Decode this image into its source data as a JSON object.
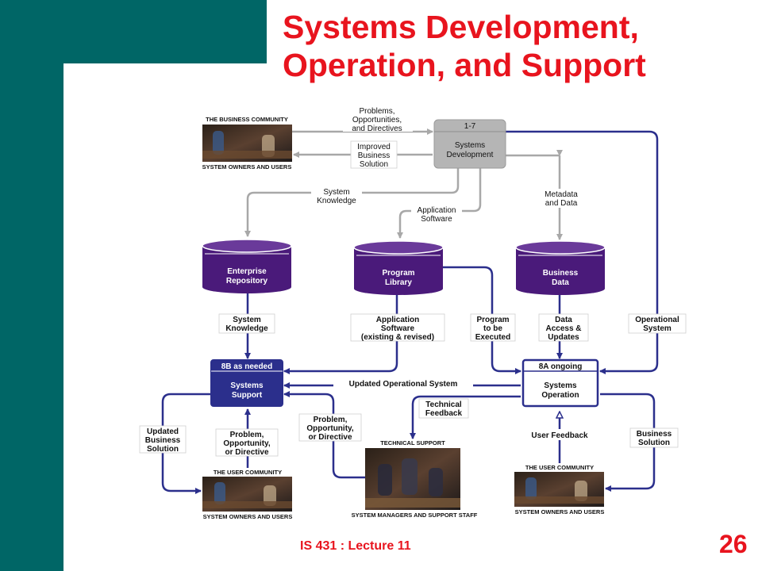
{
  "slide": {
    "title_line1": "Systems Development,",
    "title_line2": "Operation, and Support",
    "course": "IS 431 : Lecture 11",
    "page_number": "26"
  },
  "colors": {
    "teal": "#006666",
    "title_red": "#e8141e",
    "navy": "#2b2f8c",
    "purple": "#4a1a7a",
    "gray_box": "#b5b5b5",
    "gray_arrow": "#a8a8a8"
  },
  "diagram": {
    "business_community": {
      "caption_top": "THE BUSINESS COMMUNITY",
      "caption_bottom": "SYSTEM OWNERS AND USERS"
    },
    "systems_development": {
      "number": "1-7",
      "line1": "Systems",
      "line2": "Development"
    },
    "enterprise_repository": {
      "line1": "Enterprise",
      "line2": "Repository"
    },
    "program_library": {
      "line1": "Program",
      "line2": "Library"
    },
    "business_data": {
      "line1": "Business",
      "line2": "Data"
    },
    "systems_support": {
      "header": "8B as needed",
      "line1": "Systems",
      "line2": "Support"
    },
    "systems_operation": {
      "header": "8A ongoing",
      "line1": "Systems",
      "line2": "Operation"
    },
    "user_community_left": {
      "caption_top": "THE USER COMMUNITY",
      "caption_bottom": "SYSTEM OWNERS AND USERS"
    },
    "technical_support": {
      "caption_top": "TECHNICAL SUPPORT",
      "caption_bottom": "SYSTEM MANAGERS AND SUPPORT STAFF"
    },
    "user_community_right": {
      "caption_top": "THE USER COMMUNITY",
      "caption_bottom": "SYSTEM OWNERS AND USERS"
    },
    "labels": {
      "problems": [
        "Problems,",
        "Opportunities,",
        "and Directives"
      ],
      "improved": [
        "Improved",
        "Business",
        "Solution"
      ],
      "system_knowledge_top": [
        "System",
        "Knowledge"
      ],
      "application_software_top": [
        "Application",
        "Software"
      ],
      "metadata": [
        "Metadata",
        "and Data"
      ],
      "system_knowledge_mid": [
        "System",
        "Knowledge"
      ],
      "application_software_mid": [
        "Application",
        "Software",
        "(existing & revised)"
      ],
      "program_executed": [
        "Program",
        "to be",
        "Executed"
      ],
      "data_access": [
        "Data",
        "Access &",
        "Updates"
      ],
      "operational_system": [
        "Operational",
        "System"
      ],
      "updated_operational_system": "Updated Operational System",
      "technical_feedback": [
        "Technical",
        "Feedback"
      ],
      "updated_business_solution": [
        "Updated",
        "Business",
        "Solution"
      ],
      "problem_opportunity_left": [
        "Problem,",
        "Opportunity,",
        "or Directive"
      ],
      "problem_opportunity_mid": [
        "Problem,",
        "Opportunity,",
        "or Directive"
      ],
      "user_feedback": "User Feedback",
      "business_solution": [
        "Business",
        "Solution"
      ]
    }
  }
}
